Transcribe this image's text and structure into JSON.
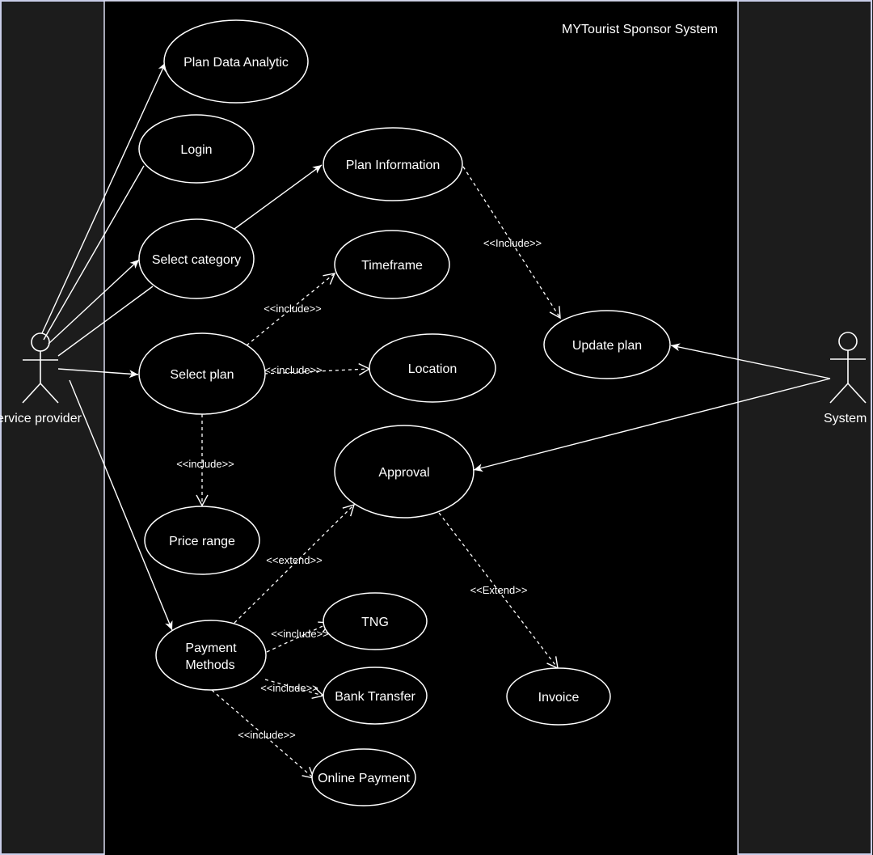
{
  "system": {
    "title": "MYTourist Sponsor System"
  },
  "actors": {
    "service_provider": "ervice provider",
    "system": "System"
  },
  "use_cases": {
    "plan_data_analytic": "Plan Data Analytic",
    "login": "Login",
    "select_category": "Select category",
    "plan_information": "Plan Information",
    "timeframe": "Timeframe",
    "select_plan": "Select plan",
    "location": "Location",
    "update_plan": "Update plan",
    "approval": "Approval",
    "price_range": "Price range",
    "payment_methods_line1": "Payment",
    "payment_methods_line2": "Methods",
    "tng": "TNG",
    "bank_transfer": "Bank Transfer",
    "online_payment": "Online Payment",
    "invoice": "Invoice"
  },
  "relations": {
    "include_update": "<<Include>>",
    "include_timeframe": "<<include>>",
    "include_location": "<<include>>",
    "include_price": "<<include>>",
    "extend_approval": "<<extend>>",
    "extend_invoice": "<<Extend>>",
    "include_tng": "<<include>>",
    "include_bank": "<<include>>",
    "include_online": "<<include>>"
  },
  "colors": {
    "canvas": "#1c1c1c",
    "system_box": "#000000",
    "border": "#d9dcf0",
    "stroke": "#ffffff",
    "text": "#ffffff"
  }
}
